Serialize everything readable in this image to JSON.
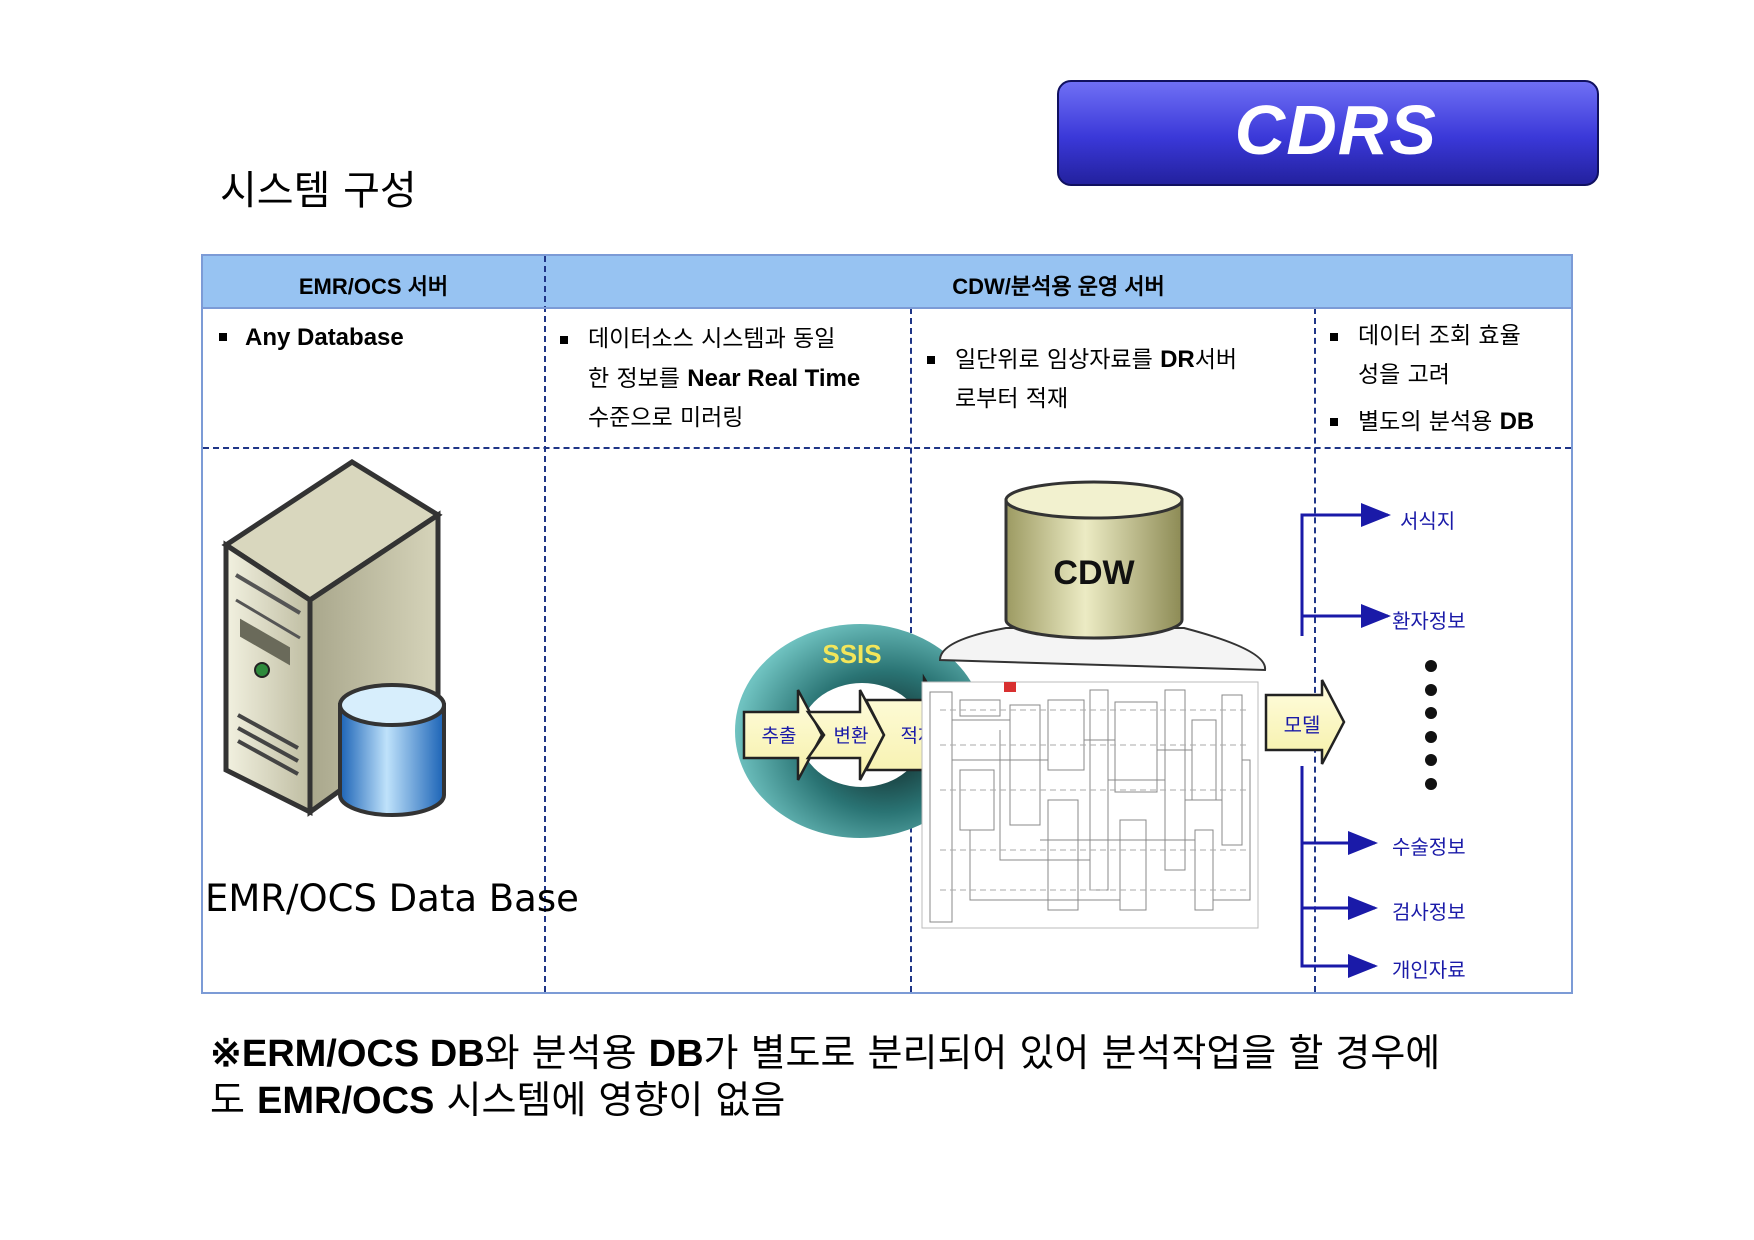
{
  "badge": {
    "label": "CDRS"
  },
  "page_title": "시스템 구성",
  "table": {
    "headers": [
      "EMR/OCS 서버",
      "CDW/분석용 운영 서버"
    ],
    "col1": {
      "bullet": "Any Database"
    },
    "col2": {
      "line1": "데이터소스 시스템과 동일",
      "line2_prefix": "한 정보를 ",
      "line2_bold": "Near Real Time",
      "line3": "수준으로 미러링"
    },
    "col3": {
      "line1_prefix": "일단위로 임상자료를 ",
      "line1_bold": "DR",
      "line1_suffix": "서버",
      "line2": "로부터 적재"
    },
    "col4": {
      "bullet1_line1": "데이터 조회 효율",
      "bullet1_line2": "성을 고려",
      "bullet2_prefix": "별도의 분석용 ",
      "bullet2_bold": "DB"
    }
  },
  "diagram": {
    "db_caption": "EMR/OCS Data Base",
    "ssis_label": "SSIS",
    "etl_steps": [
      "추출",
      "변환",
      "적재"
    ],
    "cdw_label": "CDW",
    "model_label": "모델",
    "outputs_top": [
      "서식지",
      "환자정보"
    ],
    "outputs_bottom": [
      "수술정보",
      "검사정보",
      "개인자료"
    ]
  },
  "footer": {
    "line1_symbol": "※",
    "line1_bold1": "ERM/OCS DB",
    "line1_text1": "와 분석용 ",
    "line1_bold2": "DB",
    "line1_text2": "가 별도로 분리되어 있어 분석작업을 할 경우에",
    "line2_text1": "도 ",
    "line2_bold": "EMR/OCS",
    "line2_text2": " 시스템에 영향이 없음"
  },
  "colors": {
    "badge_blue": "#3a38d8",
    "header_blue": "#97c3f2",
    "arrow_blue": "#1a1aa8",
    "ssis_teal": "#4aa7a7",
    "cdw_olive": "#d8d6a2"
  }
}
